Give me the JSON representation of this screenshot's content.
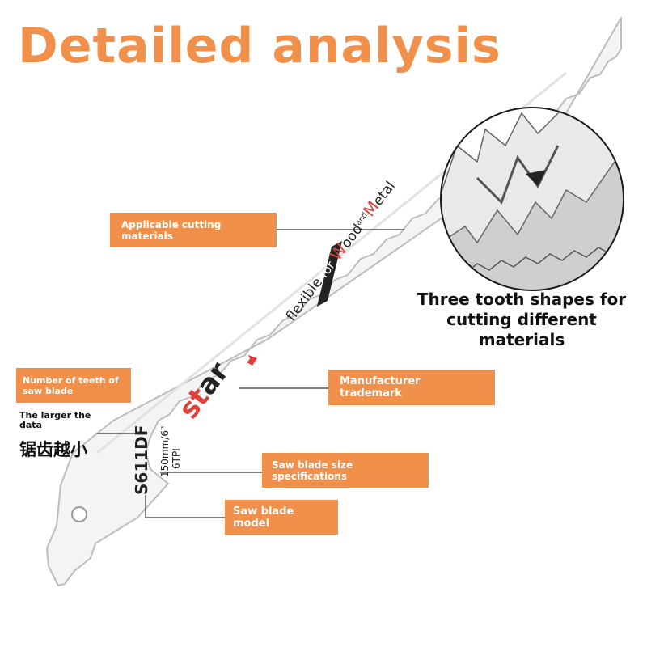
{
  "title": "Detailed analysis",
  "blade": {
    "print_tagline_lead": "flexible",
    "print_for": "for",
    "print_w": "W",
    "print_ood": "ood",
    "print_and": "and",
    "print_m": "M",
    "print_etal": "etal",
    "print_brand_s": "s",
    "print_brand_t": "t",
    "print_brand_a": "a",
    "print_brand_r": "r",
    "print_model": "S611DF",
    "print_size": "150mm/6\"",
    "print_tpi": "6TPI"
  },
  "labels": {
    "cutting_materials": "Applicable cutting materials",
    "teeth_count": "Number of teeth of saw blade",
    "trademark": "Manufacturer trademark",
    "size_spec": "Saw blade size specifications",
    "model": "Saw blade model"
  },
  "notes": {
    "larger_data": "The larger the data",
    "chinese": "锯齿越小"
  },
  "zoom_caption": "Three tooth shapes for cutting different materials",
  "colors": {
    "accent": "#f0904a",
    "brand_red": "#e0403a",
    "blade": "#f4f4f4",
    "outline": "#bdbdbd"
  }
}
